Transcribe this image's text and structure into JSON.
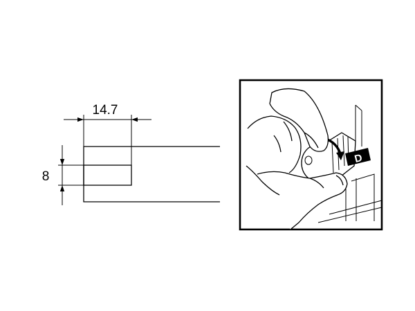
{
  "drawing": {
    "width_dimension": "14.7",
    "height_dimension": "8"
  },
  "illustration": {
    "direction_symbol": "D",
    "icons": [
      "hand-icon",
      "rotary-knob-icon",
      "rotation-arrow-icon",
      "direction-d-symbol"
    ]
  }
}
